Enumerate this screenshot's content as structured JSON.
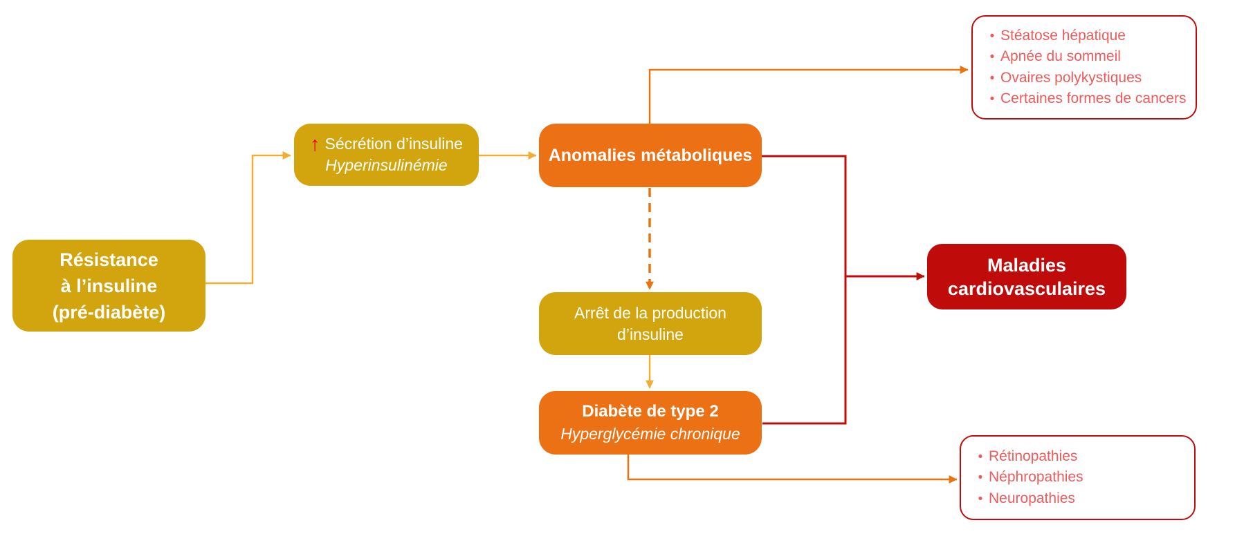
{
  "diagram": {
    "bullet_char": "•",
    "colors": {
      "gold_box": "#D2A40E",
      "orange_box": "#EC7014",
      "dark_red_box": "#C00B0B",
      "gold_arrow": "#F0AE33",
      "orange_arrow": "#E8740E",
      "red_connector": "#C00B0B",
      "list_text": "#EF5B5B",
      "increase_arrow_red": "#E30000"
    },
    "nodes": {
      "resistance": {
        "line1": "Résistance",
        "line2": "à l’insuline",
        "line3": "(pré-diabète)"
      },
      "secretion": {
        "increase_symbol": "↑",
        "line1": "Sécrétion d’insuline",
        "line2": "Hyperinsulinémie"
      },
      "anomalies": {
        "label": "Anomalies métaboliques"
      },
      "arret": {
        "line1": "Arrêt de la production",
        "line2": "d’insuline"
      },
      "diabete": {
        "line1": "Diabète de type 2",
        "line2": "Hyperglycémie chronique"
      },
      "maladies": {
        "line1": "Maladies",
        "line2": "cardiovasculaires"
      },
      "complications_metaboliques": {
        "items": [
          "Stéatose hépatique",
          "Apnée du sommeil",
          "Ovaires polykystiques",
          "Certaines formes de cancers"
        ]
      },
      "complications_diabete": {
        "items": [
          "Rétinopathies",
          "Néphropathies",
          "Neuropathies"
        ]
      }
    }
  }
}
